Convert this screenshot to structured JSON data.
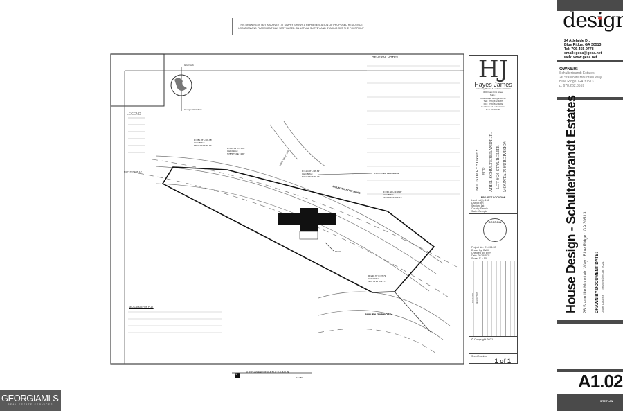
{
  "notice": "This drawing is not a survey - it simply shows a representation of proposed residence, location and placement may vary based on actual survey and staking out the footprint",
  "plan": {
    "general_notes_title": "GENERAL NOTES",
    "legend_title": "LEGEND",
    "north_arrow_labels": [
      "Grid North",
      "Georgia West Zone"
    ],
    "road_1": "MOUNTAIN ROCK ROAD",
    "road_2": "BULLEN GAP ROAD",
    "road_3": "LONG VIEW LANE",
    "proposed_residence": "PROPOSED RESIDENCE",
    "deck": "DECK",
    "curves": [
      "R=281.78' L=45.98' CHD.BRG= S82°34'24\"E 45.93'",
      "R=405.69' L=75.01' CHD.BRG= S78°57'34\"E 74.93'",
      "R=119.68' L=39.63' CHD.BRG= S74°27'51\"E 39.46'",
      "R=240.60' L=158.36' CHD.BRG= S67°05'53\"E 156.41'",
      "R=230.70' L=37.79' CHD.BRG= N87°51'14\"W 37.75'"
    ],
    "bearing_1": "N30°17'07\"E 39.12'",
    "dedication": "DEDICATION FOR PLAT",
    "caption": "SITE PLAN AND RESIDENCE LOCATION",
    "caption_number": "1",
    "caption_scale": "1\" = 50'"
  },
  "survey_block": {
    "logo": "HJ",
    "firm": "Hayes James",
    "firm_sub": "Engineering, Planning & Landscape Architecture",
    "address": [
      "3000 East First Street",
      "Suite 1",
      "Blue Ridge, Georgia 30513",
      "TEL: (706) 632-4887",
      "FAX: (706) 632-4882",
      "Certificate of Authorization",
      "No. LSF000255"
    ],
    "title_lines": [
      "BOUNDARY SURVEY",
      "FOR",
      "ARIEL SCHULTERBRANDT JR.",
      "LOT # 26 STAUROLITE",
      "MOUNTAIN SUBDIVISION"
    ],
    "project_location_title": "PROJECT LOCATION",
    "project_location": [
      "Land Lot(s): 196",
      "District: 8th",
      "Section: 1st",
      "County: Fannin",
      "State: Georgia"
    ],
    "seal": "GEORGIA",
    "project_info": [
      "Project No.: 21-098-SS",
      "Drawn By: BWH",
      "Checked By: BWH",
      "Date: 09/28/2021",
      "Scale: 1\" = 50'"
    ],
    "revisions_label": "REVISIONS",
    "description_label": "DESCRIPTION",
    "copyright": "© Copyright 2021",
    "sheet_number_label": "Sheet Number",
    "sheet_number": "1 of 1"
  },
  "title_block": {
    "logo": "design",
    "address": [
      "24 Adelaide Dr,",
      "Blue Ridge, GA 30513",
      "Tel: 706-455-9778",
      "email: gesa@gesa.net",
      "web: www.gesa.net"
    ],
    "owner_label": "OWNER:",
    "owner": [
      "Schulterbrandt Estates",
      "26 Staurolite Mountain Way",
      "Blue Ridge, GA 30513",
      "p. 678.262.8559"
    ],
    "project_title": "House Design - Schulterbrandt Estates",
    "project_address": "26 Staurolite Mountain Way : Blue Ridge : GA 30513",
    "drawn_by_label": "DRAWN BY:",
    "drawn_by": "Dave Caunce",
    "document_date_label": "DOCUMENT DATE:",
    "document_date": "September 28, 2021",
    "sheet": "A1.02",
    "sheet_name": "SITE PLAN"
  },
  "watermark": {
    "brand": "GEORGIAMLS",
    "tagline": "REAL ESTATE SERVICES"
  },
  "colors": {
    "title_bar": "#4a4a4a",
    "logo_dot": "#d0332d",
    "ink": "#111111"
  }
}
